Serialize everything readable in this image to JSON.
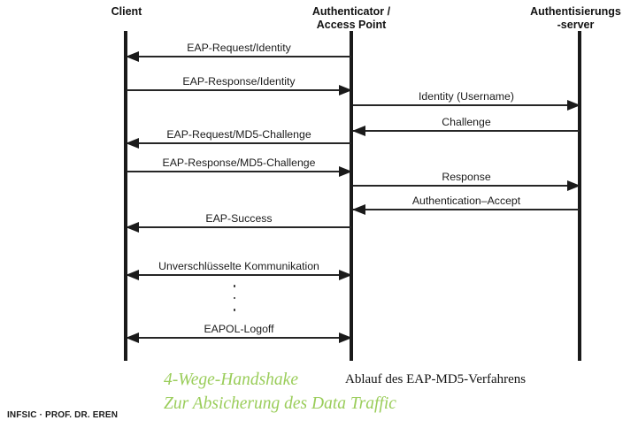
{
  "diagram": {
    "title_caption": "Ablauf des EAP-MD5-Verfahrens",
    "accent_color": "#9acd5a",
    "line_color": "#262626",
    "lifeline_color": "#1a1a1a",
    "participants": [
      {
        "id": "client",
        "label": "Client"
      },
      {
        "id": "authenticator",
        "label": "Authenticator /\nAccess Point"
      },
      {
        "id": "server",
        "label": "Authentisierungs\n-server"
      }
    ],
    "messages": [
      {
        "id": "eap-request-identity",
        "label": "EAP-Request/Identity",
        "from": "authenticator",
        "to": "client",
        "direction": "left",
        "segment": "left"
      },
      {
        "id": "eap-response-identity",
        "label": "EAP-Response/Identity",
        "from": "client",
        "to": "authenticator",
        "direction": "right",
        "segment": "left"
      },
      {
        "id": "identity-username",
        "label": "Identity (Username)",
        "from": "authenticator",
        "to": "server",
        "direction": "right",
        "segment": "right"
      },
      {
        "id": "challenge",
        "label": "Challenge",
        "from": "server",
        "to": "authenticator",
        "direction": "left",
        "segment": "right"
      },
      {
        "id": "eap-request-md5-challenge",
        "label": "EAP-Request/MD5-Challenge",
        "from": "authenticator",
        "to": "client",
        "direction": "left",
        "segment": "left"
      },
      {
        "id": "eap-response-md5-challenge",
        "label": "EAP-Response/MD5-Challenge",
        "from": "client",
        "to": "authenticator",
        "direction": "right",
        "segment": "left"
      },
      {
        "id": "response",
        "label": "Response",
        "from": "authenticator",
        "to": "server",
        "direction": "right",
        "segment": "right"
      },
      {
        "id": "authentication-accept",
        "label": "Authentication–Accept",
        "from": "server",
        "to": "authenticator",
        "direction": "left",
        "segment": "right"
      },
      {
        "id": "eap-success",
        "label": "EAP-Success",
        "from": "authenticator",
        "to": "client",
        "direction": "left",
        "segment": "left"
      },
      {
        "id": "unverschluesselte-kommunikation",
        "label": "Unverschlüsselte Kommunikation",
        "from": "client",
        "to": "authenticator",
        "direction": "both",
        "segment": "left"
      },
      {
        "id": "eapol-logoff",
        "label": "EAPOL-Logoff",
        "from": "client",
        "to": "authenticator",
        "direction": "both",
        "segment": "left"
      }
    ],
    "continuation_marker": "⋮"
  },
  "captions": {
    "handshake": "4-Wege-Handshake",
    "absicherung": "Zur Absicherung des Data Traffic",
    "ablauf": "Ablauf des EAP-MD5-Verfahrens"
  },
  "footer": {
    "credit": "INFSIC · PROF. DR. EREN"
  }
}
